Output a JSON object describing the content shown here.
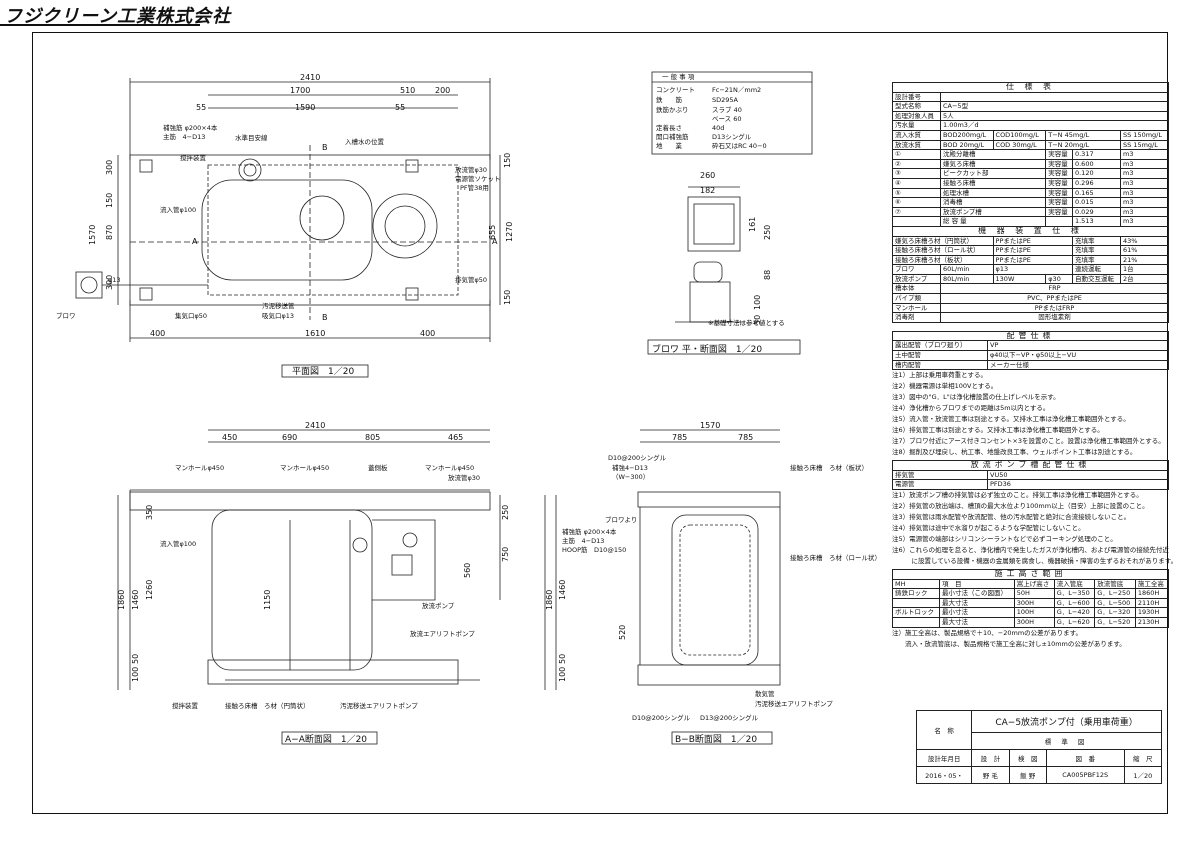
{
  "header": {
    "logo": "フジクリーン工業株式会社"
  },
  "plan": {
    "caption": "平面図　1／20",
    "dims_top": [
      "2410",
      "1700",
      "510",
      "200",
      "55",
      "1590",
      "55"
    ],
    "dims_bottom": [
      "400",
      "1610",
      "400"
    ],
    "dims_left": [
      "300",
      "150",
      "870",
      "300",
      "1570"
    ],
    "dims_right": [
      "150",
      "655",
      "1270",
      "150"
    ],
    "labels": {
      "rebar": "補強筋 φ200×4本",
      "main_rebar": "主筋　4−D13",
      "water_line": "水準目安線",
      "manhole_pos": "入槽水の位置",
      "mixing": "撹拌装置",
      "inlet_pipe": "流入管φ100",
      "outlet": "放流管φ30",
      "socket": "電源管ソケット",
      "socket2": "PF管38用",
      "vent": "排気管φ50",
      "sludge": "汚泥移送管",
      "intake": "吸気口φ13",
      "intake2": "集気口φ50",
      "blower": "ブロワ",
      "pipe13": "φ13",
      "mark_a": "A",
      "mark_b": "B"
    }
  },
  "general": {
    "title": "一 般 事 項",
    "rows": [
      [
        "コンクリート",
        "Fc−21N／mm2"
      ],
      [
        "鉄　　筋",
        "SD295A"
      ],
      [
        "鉄筋かぶり",
        "スラブ 40"
      ],
      [
        "",
        "ベース 60"
      ],
      [
        "定着長さ",
        "40d"
      ],
      [
        "開口補強筋",
        "D13シングル"
      ],
      [
        "地　　業",
        "砕石又はRC 40−0"
      ]
    ]
  },
  "blower_view": {
    "caption": "ブロワ 平・断面図　1／20",
    "note": "※基礎寸法は参考値とする",
    "dims": [
      "260",
      "182",
      "250",
      "161",
      "100",
      "88",
      "50"
    ]
  },
  "section_aa": {
    "caption": "A−A断面図　1／20",
    "dims_top": [
      "2410",
      "450",
      "690",
      "805",
      "465"
    ],
    "dims_left": [
      "350",
      "1260",
      "1460",
      "1860",
      "100",
      "50"
    ],
    "dims_right": [
      "250",
      "750",
      "560"
    ],
    "labels": {
      "mh1": "マンホールφ450",
      "mh2": "マンホールφ450",
      "mh3": "マンホールφ450",
      "pump_board": "蓋側板",
      "outlet": "放流管φ30",
      "inlet": "流入管φ100",
      "discharge_pump": "放流ポンプ",
      "air_pump": "放流エアリフトポンプ",
      "sludge_pump": "汚泥移送エアリフトポンプ",
      "mixing": "撹拌装置",
      "media": "接触ろ床槽　ろ材（円筒状）",
      "dim1150": "1150"
    }
  },
  "section_bb": {
    "caption": "B−B断面図　1／20",
    "dims_top": [
      "1570",
      "785",
      "785"
    ],
    "dims_left": [
      "1860",
      "1460",
      "520",
      "100",
      "50"
    ],
    "labels": {
      "top_rebar": "D10@200シングル",
      "rebar2": "補強4−D13",
      "rebar3": "（W−300）",
      "blower_line": "ブロワより",
      "rebar4": "補強筋 φ200×4本",
      "rebar5": "主筋　4−D13",
      "hoop": "HOOP筋　D10@150",
      "media": "接触ろ床槽　ろ材（板状）",
      "media2": "接触ろ床槽　ろ材（ロール状）",
      "diffuser": "散気管",
      "sludge_pump": "汚泥移送エアリフトポンプ",
      "bottom1": "D10@200シングル",
      "bottom2": "D13@200シングル"
    }
  },
  "spec": {
    "title": "仕 様 表",
    "rows": [
      [
        "設計番号",
        ""
      ],
      [
        "型式名称",
        "CA−5型"
      ],
      [
        "処理対象人員",
        "5人"
      ],
      [
        "汚水量",
        "1.00m3／d"
      ]
    ],
    "quality_in": [
      "流入水質",
      "BOD200mg/L",
      "COD100mg/L",
      "T−N 45mg/L",
      "SS 150mg/L"
    ],
    "quality_out": [
      "放流水質",
      "BOD 20mg/L",
      "COD 30mg/L",
      "T−N 20mg/L",
      "SS 15mg/L"
    ],
    "volumes": [
      [
        "①",
        "沈殿分離槽",
        "実容量",
        "0.317",
        "m3"
      ],
      [
        "②",
        "嫌気ろ床槽",
        "実容量",
        "0.600",
        "m3"
      ],
      [
        "③",
        "ピークカット部",
        "実容量",
        "0.120",
        "m3"
      ],
      [
        "④",
        "接触ろ床槽",
        "実容量",
        "0.296",
        "m3"
      ],
      [
        "⑤",
        "処理水槽",
        "実容量",
        "0.165",
        "m3"
      ],
      [
        "⑥",
        "消毒槽",
        "実容量",
        "0.015",
        "m3"
      ],
      [
        "⑦",
        "放流ポンプ槽",
        "実容量",
        "0.029",
        "m3"
      ],
      [
        "",
        "総 容 量",
        "",
        "1.513",
        "m3"
      ]
    ],
    "equip_title": "機 器 装 置 仕 様",
    "equip": [
      [
        "嫌気ろ床槽ろ材（円筒状）",
        "PPまたはPE",
        "充填率",
        "43%"
      ],
      [
        "接触ろ床槽ろ材（ロール状）",
        "PPまたはPE",
        "充填率",
        "61%"
      ],
      [
        "接触ろ床槽ろ材（板状）",
        "PPまたはPE",
        "充填率",
        "21%"
      ]
    ],
    "blower_row": [
      "ブロワ",
      "60L/min",
      "φ13",
      "連続運転",
      "1台"
    ],
    "pump_row": [
      "放流ポンプ",
      "80L/min",
      "130W",
      "φ30",
      "自動交互運転",
      "2台"
    ],
    "misc": [
      [
        "槽本体",
        "FRP"
      ],
      [
        "パイプ類",
        "PVC、PPまたはPE"
      ],
      [
        "マンホール",
        "PPまたはFRP"
      ],
      [
        "消毒剤",
        "固形塩素剤"
      ]
    ]
  },
  "piping": {
    "title": "配管仕様",
    "rows": [
      [
        "露出配管（ブロワ廻り）",
        "VP"
      ],
      [
        "土中配管",
        "φ40以下−VP・φ50以上−VU"
      ],
      [
        "槽内配管",
        "メーカー仕様"
      ]
    ],
    "notes": [
      "注1）上部は乗用車荷重とする。",
      "注2）機器電源は単相100Vとする。",
      "注3）図中の\"G．L\"は浄化槽設置の仕上げレベルを示す。",
      "注4）浄化槽からブロワまでの距離は5m以内とする。",
      "注5）流入管・放流管工事は別途とする。又排水工事は浄化槽工事範囲外とする。",
      "注6）排気管工事は別途とする。又排水工事は浄化槽工事範囲外とする。",
      "注7）ブロワ付近にアース付きコンセント×3を設置のこと。設置は浄化槽工事範囲外とする。",
      "注8）掘削及び埋戻し、杭工事、地盤改良工事、ウェルポイント工事は別途とする。"
    ]
  },
  "pump_pipe": {
    "title": "放流ポンプ槽配管仕様",
    "rows": [
      [
        "排気管",
        "VU50"
      ],
      [
        "電源管",
        "PFD36"
      ]
    ],
    "notes": [
      "注1）放流ポンプ槽の排気管は必ず独立のこと。排気工事は浄化槽工事範囲外とする。",
      "注2）排気管の放出端は、槽頂の最大水位より100mm以上（目安）上部に設置のこと。",
      "注3）排気管は雨水配管や放流配管、他の汚水配管と絶対に合流接続しないこと。",
      "注4）排気管は途中で水溜りが起こるような学配管にしないこと。",
      "注5）電源管の端部はシリコンシーラントなどで必ずコーキング処理のこと。",
      "注6）これらの処理を怠ると、浄化槽内で発生したガスが浄化槽内、および電源管の接続先付近",
      "　　　に設置している設備・機器の金属類を腐食し、機器破損・障害の生ずるおそれがあります。"
    ]
  },
  "construction": {
    "title": "施工高さ範囲",
    "head": [
      "MH",
      "項　目",
      "嵩上げ高さ",
      "流入管底",
      "放流管底",
      "施工全高"
    ],
    "rows": [
      [
        "鋳鉄ロック",
        "最小寸法（この図面）",
        "50H",
        "G．L−350",
        "G．L−250",
        "1860H"
      ],
      [
        "",
        "最大寸法",
        "300H",
        "G．L−600",
        "G．L−500",
        "2110H"
      ],
      [
        "ボルトロック",
        "最小寸法",
        "100H",
        "G．L−420",
        "G．L−320",
        "1930H"
      ],
      [
        "",
        "最大寸法",
        "300H",
        "G．L−620",
        "G．L−520",
        "2130H"
      ]
    ],
    "notes": [
      "注）施工全高は、製品規格で＋10、−20mmの公差があります。",
      "　　流入・放流管底は、製品規格で施工全高に対し±10mmの公差があります。"
    ]
  },
  "titleblock": {
    "name_label": "名　称",
    "name": "CA−5放流ポンプ付（乗用車荷重）",
    "subname": "標 準 図",
    "heads": [
      "設計年月日",
      "設　計",
      "検　図",
      "図　番",
      "縮　尺"
    ],
    "values": [
      "2016・05・",
      "野 毛",
      "飯 野",
      "CA005PBF12S",
      "1／20"
    ]
  }
}
